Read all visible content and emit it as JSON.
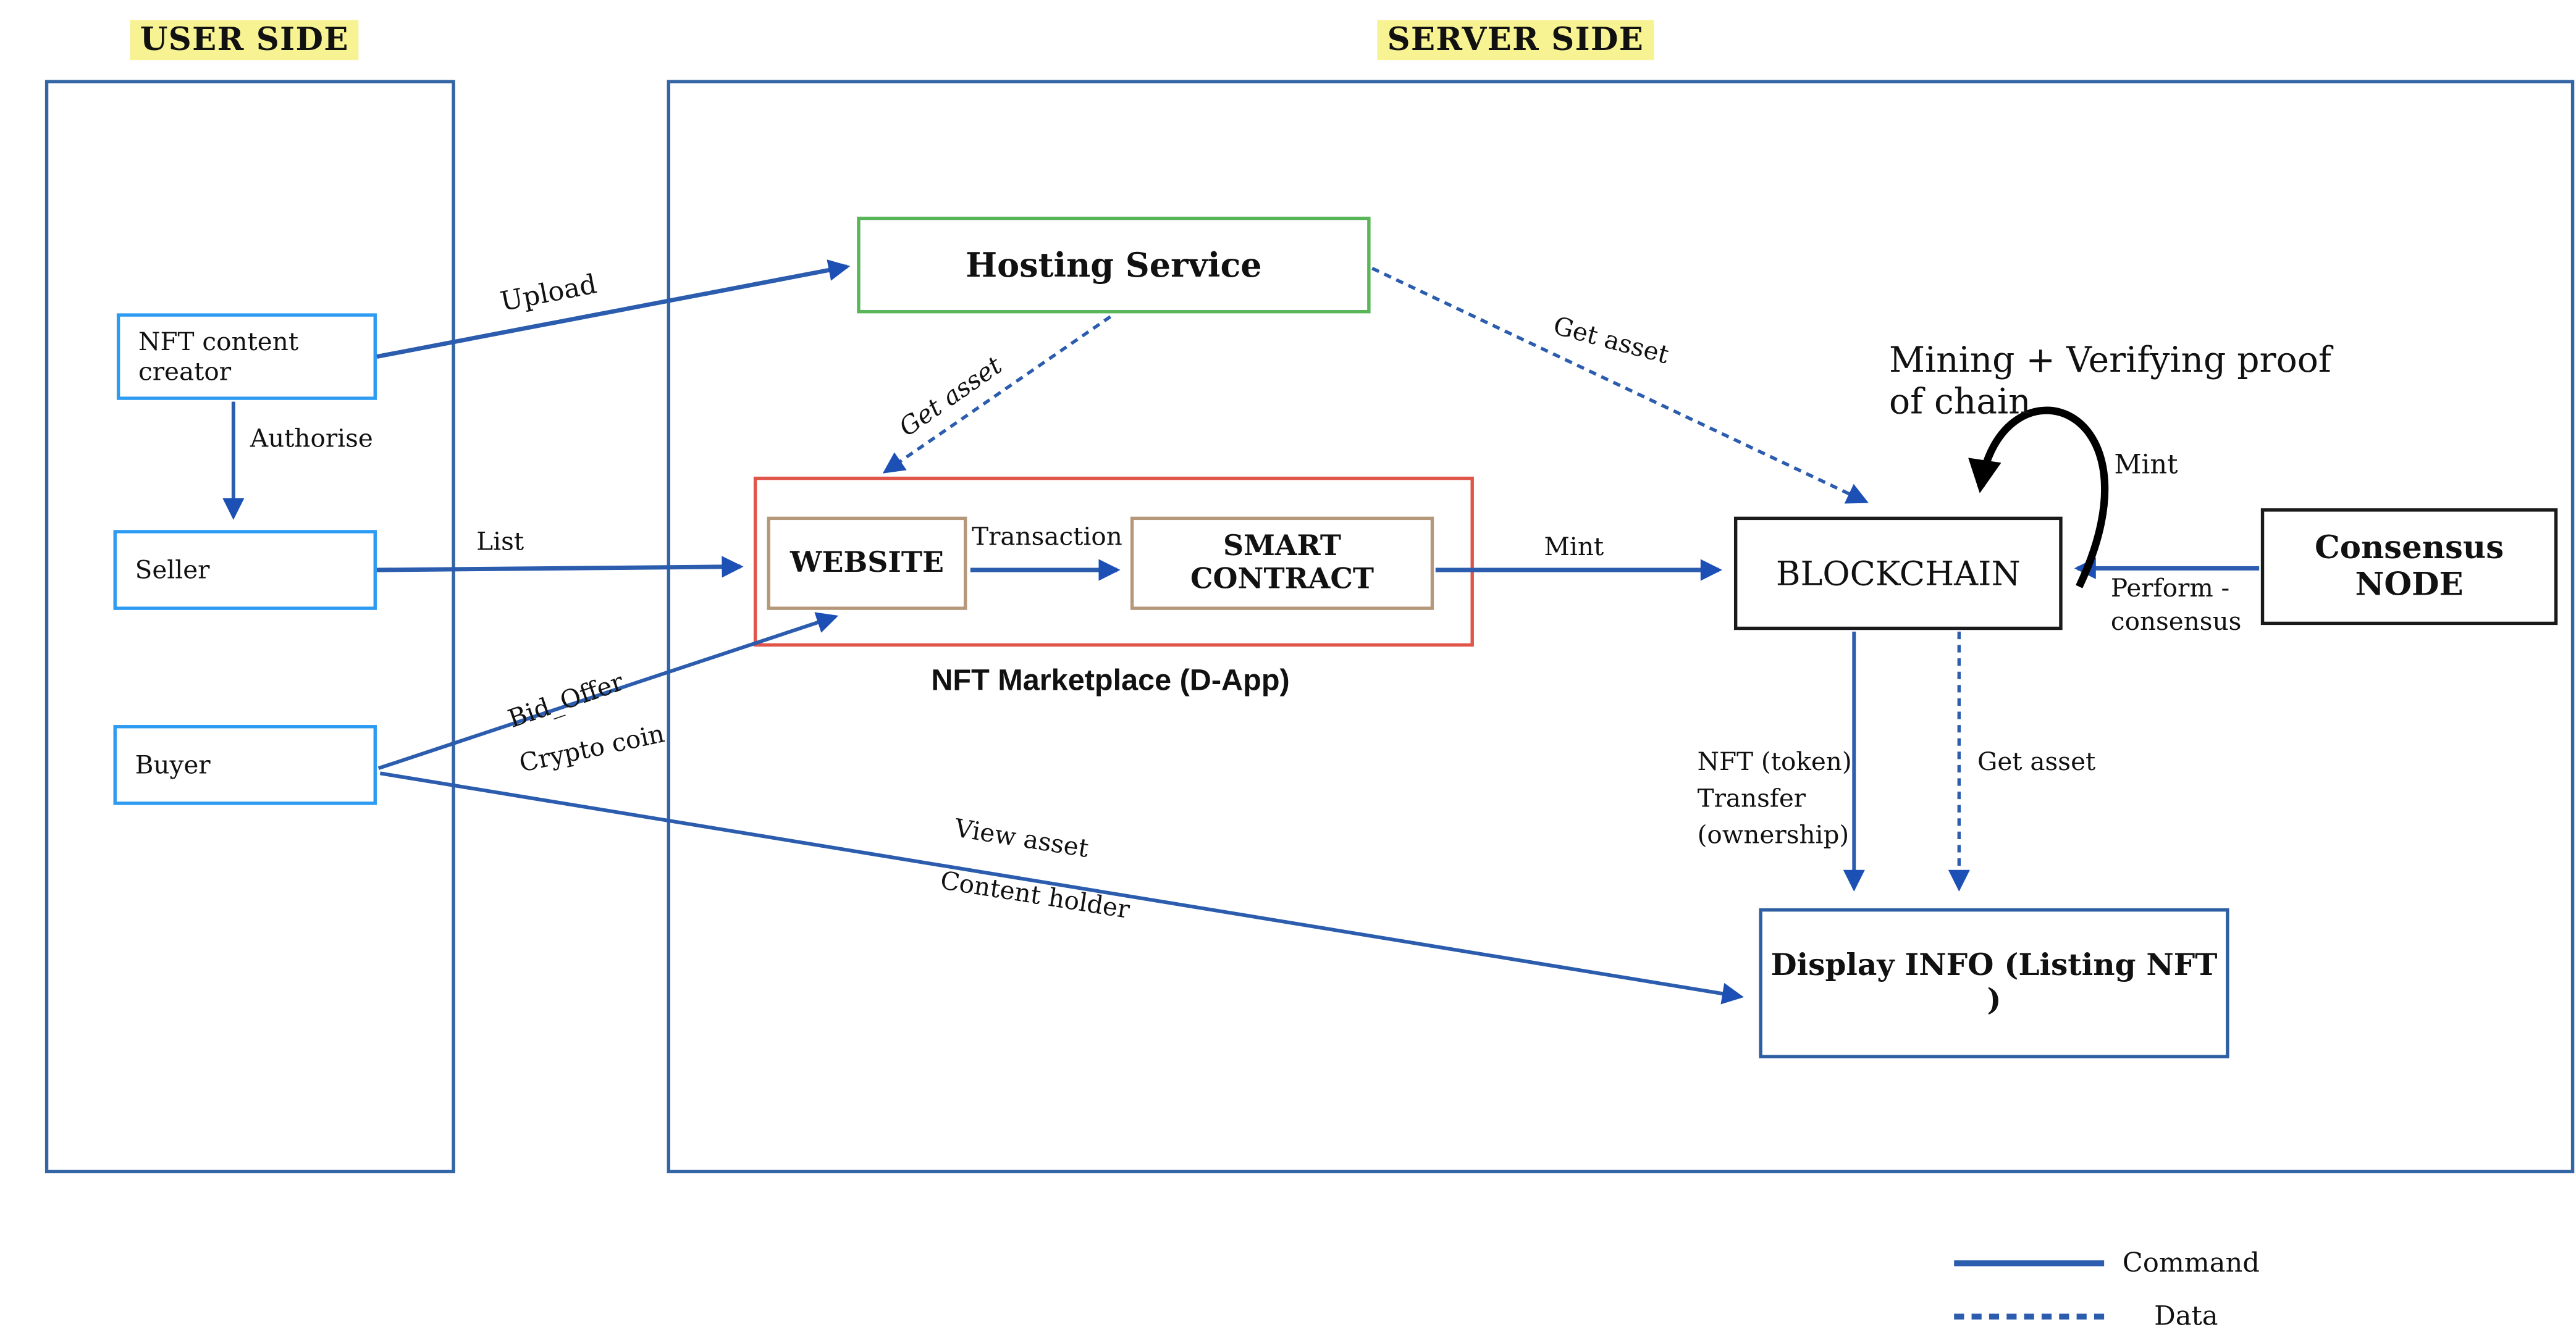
{
  "regions": {
    "user": "USER SIDE",
    "server": "SERVER SIDE"
  },
  "nodes": {
    "nft_creator": "NFT content creator",
    "seller": "Seller",
    "buyer": "Buyer",
    "hosting": "Hosting Service",
    "website": "WEBSITE",
    "smart_contract": "SMART CONTRACT",
    "marketplace_caption": "NFT Marketplace (D-App)",
    "blockchain": "BLOCKCHAIN",
    "consensus": "Consensus NODE",
    "display_info": "Display INFO (Listing NFT )"
  },
  "edge_labels": {
    "upload": "Upload",
    "authorise": "Authorise",
    "list": "List",
    "transaction": "Transaction",
    "mint": "Mint",
    "mint_loop": "Mint",
    "get_asset_to_website": "Get asset",
    "get_asset_to_blockchain": "Get asset",
    "get_asset_to_display": "Get asset",
    "bid_offer": "Bid_Offer",
    "crypto_coin": "Crypto coin",
    "view_asset": "View asset",
    "content_holder": "Content holder",
    "perform_line1": "Perform -",
    "perform_line2": "consensus",
    "mining_note_line1": "Mining + Verifying proof",
    "mining_note_line2": "of chain",
    "nft_transfer_line1": "NFT (token)",
    "nft_transfer_line2": "Transfer",
    "nft_transfer_line3": "(ownership)"
  },
  "legend": {
    "command": "Command",
    "data": "Data"
  },
  "colors": {
    "container_border": "#3465a4",
    "user_box_border": "#2e9bf2",
    "green_border": "#58b558",
    "red_border": "#e0554a",
    "tan_border": "#b5987a",
    "black_border": "#1a1a1a",
    "display_border": "#2e5fa3",
    "arrow_blue": "#2b5cad",
    "arrowhead_blue": "#1d50b4",
    "highlight": "#f7f292"
  }
}
